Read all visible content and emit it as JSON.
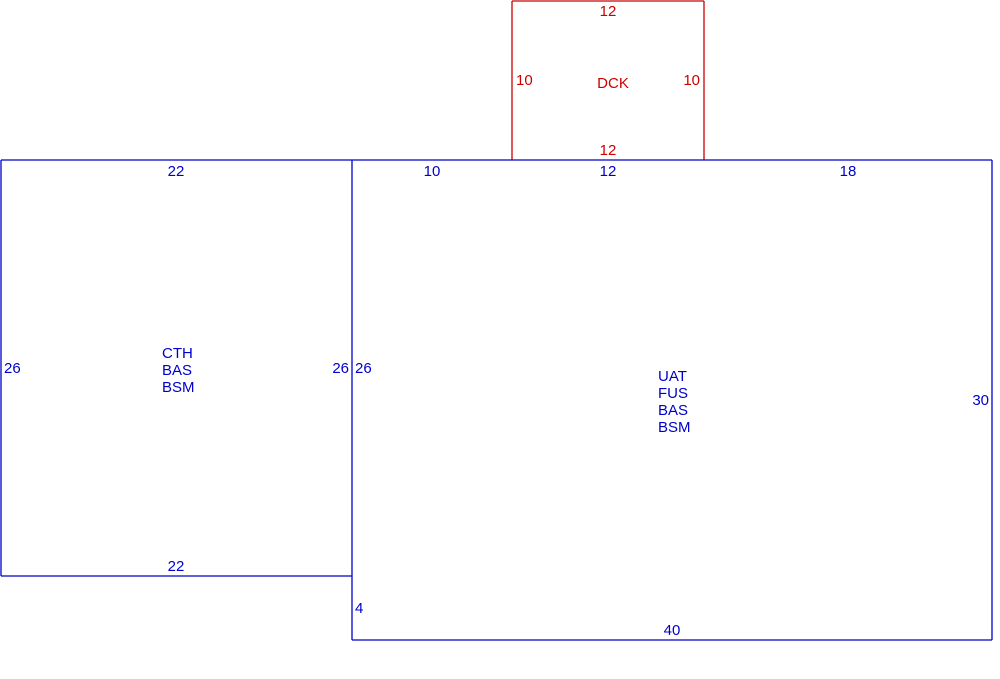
{
  "colors": {
    "background": "#ffffff",
    "main_lines": "#0000cc",
    "deck_lines": "#cc0000"
  },
  "areas": {
    "deck": {
      "name": "DCK",
      "top": "12",
      "left": "10",
      "right": "10",
      "bottom": "12"
    },
    "left_section": {
      "codes": [
        "CTH",
        "BAS",
        "BSM"
      ],
      "top": "22",
      "left": "26",
      "right": "26",
      "bottom": "22"
    },
    "main_section": {
      "codes": [
        "UAT",
        "FUS",
        "BAS",
        "BSM"
      ],
      "top_left": "10",
      "top_middle": "12",
      "top_right": "18",
      "left": "26",
      "right": "30",
      "bottom": "40",
      "step": "4"
    }
  }
}
